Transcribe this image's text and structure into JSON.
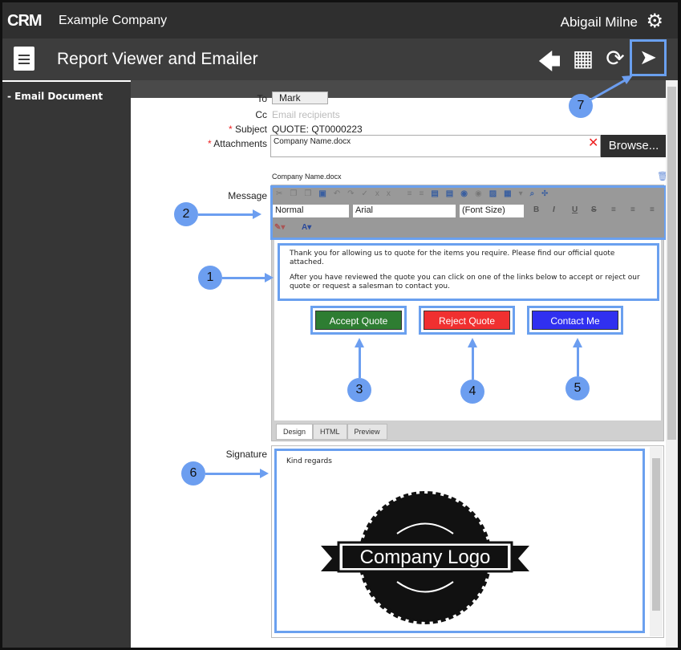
{
  "header": {
    "logo": "CRM",
    "company": "Example Company",
    "user": "Abigail Milne"
  },
  "toolbar": {
    "title": "Report Viewer and Emailer"
  },
  "sidebar": {
    "items": [
      {
        "label": "Email Document",
        "prefix": "-"
      }
    ]
  },
  "form": {
    "to_label": "To",
    "to_value": "Mark",
    "cc_label": "Cc",
    "cc_placeholder": "Email recipients",
    "subject_label": "Subject",
    "subject_value": "QUOTE: QT0000223",
    "attachments_label": "Attachments",
    "attachment_input": "Company Name.docx",
    "browse_label": "Browse...",
    "attached_file": "Company Name.docx",
    "message_label": "Message",
    "signature_label": "Signature",
    "required_mark": "*"
  },
  "editor": {
    "style_select": "Normal",
    "font_select": "Arial",
    "size_select": "(Font Size)",
    "format_buttons": [
      "B",
      "I",
      "U",
      "S"
    ],
    "message_paragraphs": [
      "Thank you for allowing us to quote for the items you require. Please find our official quote attached.",
      "After you have reviewed the quote you can click on one of the links below to accept or reject our quote or request a salesman to contact you."
    ],
    "buttons": [
      {
        "label": "Accept Quote",
        "color": "#2e7d32"
      },
      {
        "label": "Reject Quote",
        "color": "#f03030"
      },
      {
        "label": "Contact Me",
        "color": "#3030f0"
      }
    ],
    "tabs": [
      "Design",
      "HTML",
      "Preview"
    ]
  },
  "signature": {
    "text": "Kind regards",
    "logo_text": "Company Logo"
  },
  "annotations": [
    "1",
    "2",
    "3",
    "4",
    "5",
    "6",
    "7"
  ],
  "colors": {
    "accent": "#6c9ef0",
    "header": "#2f2f2f"
  }
}
